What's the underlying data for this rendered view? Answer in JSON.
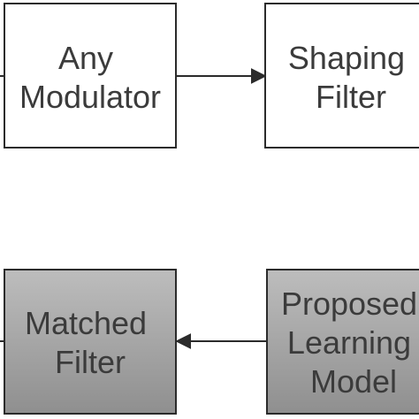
{
  "diagram": {
    "blocks": {
      "any_modulator": {
        "lines": [
          "Any",
          "Modulator"
        ]
      },
      "shaping_filter": {
        "lines": [
          "Shaping",
          "Filter"
        ]
      },
      "matched_filter": {
        "lines": [
          "Matched",
          "Filter"
        ]
      },
      "proposed_learning_model": {
        "lines": [
          "Proposed",
          "Learning",
          "Model"
        ]
      }
    },
    "colors": {
      "plain_fill": "#ffffff",
      "shaded_fill_top": "#bdbdbd",
      "shaded_fill_bottom": "#8f8f8f",
      "stroke": "#2b2b2b",
      "text": "#3b3b3b"
    }
  }
}
